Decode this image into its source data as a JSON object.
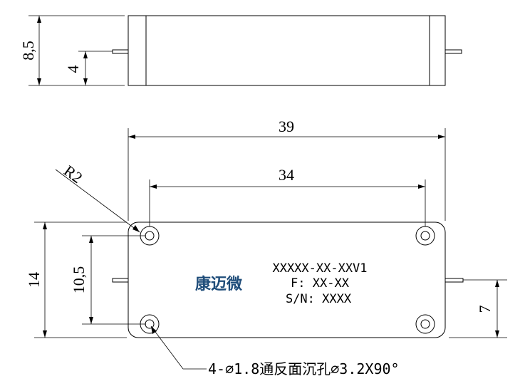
{
  "dimensions": {
    "side_height": "8,5",
    "side_pin_height": "4",
    "overall_length": "39",
    "hole_spacing_x": "34",
    "corner_radius": "R2",
    "overall_width": "14",
    "hole_spacing_y": "10,5",
    "pin_offset": "7"
  },
  "label": {
    "logo": "康迈微",
    "model": "XXXXX-XX-XXV1",
    "frequency": "F: XX-XX",
    "serial": "S/N: XXXX"
  },
  "hole_note": "4-∅1.8通反面沉孔∅3.2X90°"
}
